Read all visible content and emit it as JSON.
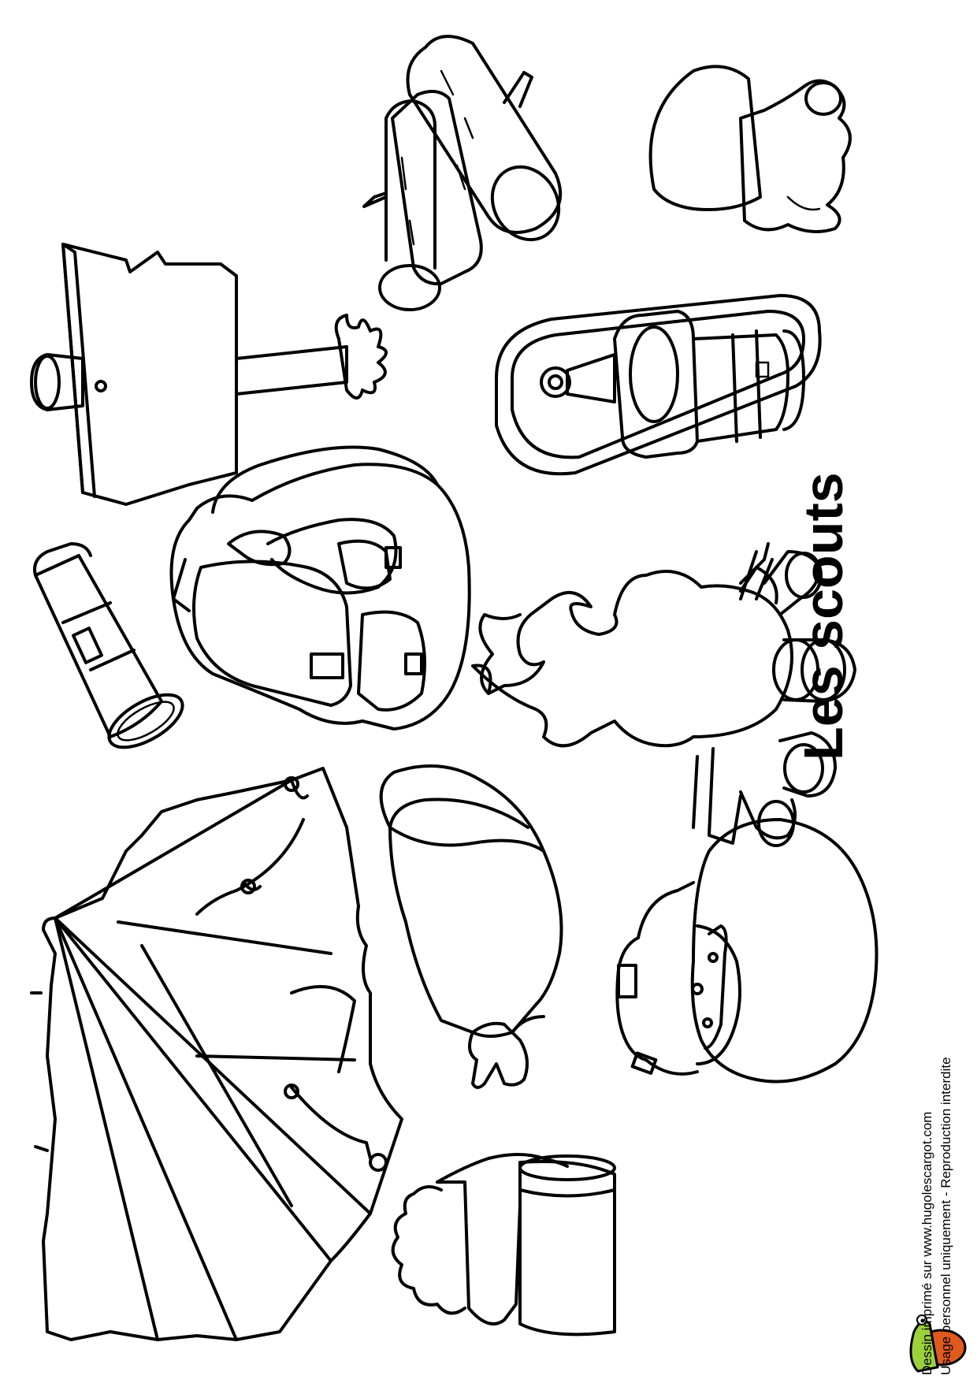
{
  "title": "Les scouts",
  "credits": {
    "line1": "Dessin imprimé sur www.hugolescargot.com",
    "line2": "Usage personnel uniquement - Reproduction interdite"
  },
  "illustrations": [
    "logs-icon",
    "mushroom-icon",
    "signpost-icon",
    "lantern-icon",
    "backpack-icon",
    "flashlight-icon",
    "campfire-icon",
    "tent-icon",
    "sleeping-bag-icon",
    "cooking-pot-icon",
    "tin-can-icon",
    "snail-logo-icon"
  ],
  "colors": {
    "ink": "#000000",
    "paper": "#ffffff",
    "logo_green": "#9bd23c",
    "logo_shell": "#e05a1e"
  }
}
